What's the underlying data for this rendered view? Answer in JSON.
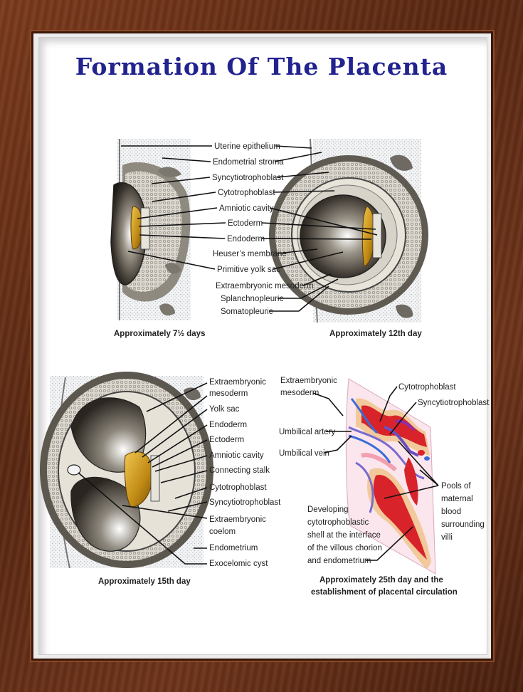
{
  "title": "Formation Of The Placenta",
  "panels": {
    "p1": {
      "caption": "Approximately 7½ days",
      "labels": [
        "Uterine epithelium",
        "Endometrial stroma",
        "Syncytiotrophoblast",
        "Cytotrophoblast",
        "Amniotic cavity",
        "Ectoderm",
        "Endoderm",
        "Heuser’s membrane",
        "Primitive yolk sac",
        "Extraembryonic mesoderm",
        "Splanchnopleuric",
        "Somatopleuric"
      ]
    },
    "p2": {
      "caption": "Approximately 12th day"
    },
    "p3": {
      "caption": "Approximately 15th day",
      "labels": [
        "Extraembryonic",
        "mesoderm",
        "Yolk sac",
        "Endoderm",
        "Ectoderm",
        "Amniotic cavity",
        "Connecting stalk",
        "Cytotrophoblast",
        "Syncytiotrophoblast",
        "Extraembryonic",
        "coelom",
        "Endometrium",
        "Exocelomic cyst"
      ]
    },
    "p4": {
      "caption_line1": "Approximately 25th day and the",
      "caption_line2": "establishment of placental circulation",
      "labels": [
        "Extraembryonic",
        "mesoderm",
        "Umbilical artery",
        "Umbilical vein",
        "Cytotrophoblast",
        "Syncytiotrophoblast",
        "Pools of",
        "maternal",
        "blood",
        "surrounding",
        "villi",
        "Developing",
        "cytotrophoblastic",
        "shell at the interface",
        "of the villous chorion",
        "and endometrium"
      ]
    }
  },
  "colors": {
    "title": "#22238f",
    "frame": "#6b3018",
    "blood": "#d8232a",
    "yolk": "#c99a1e"
  }
}
